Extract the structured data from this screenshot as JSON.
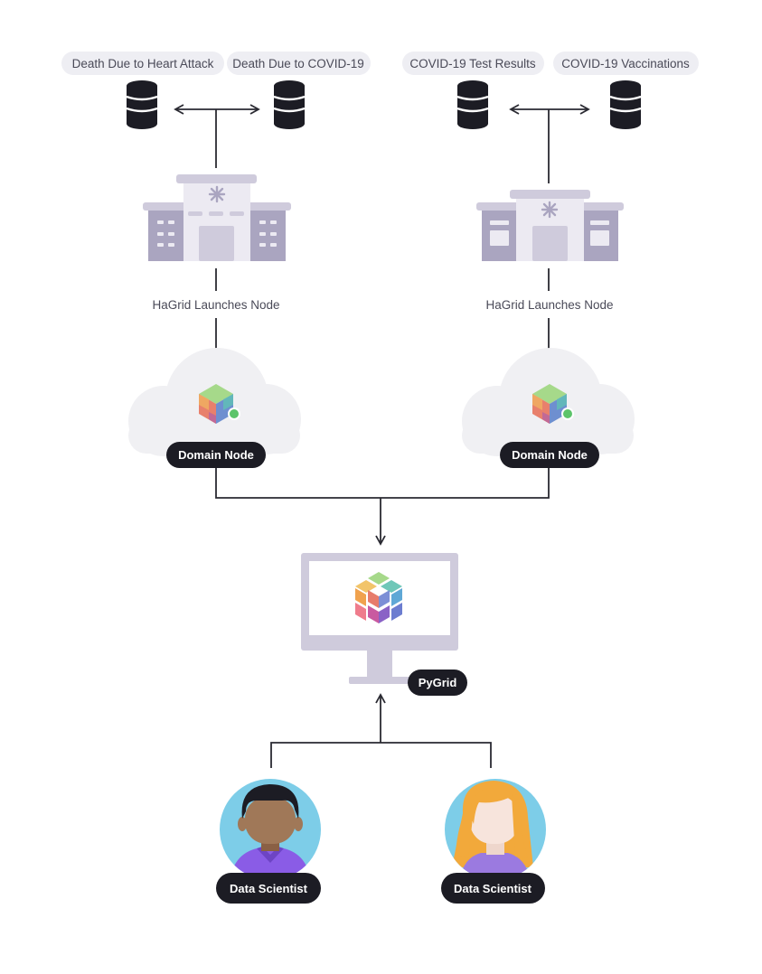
{
  "data_sources": {
    "left": [
      "Death Due to Heart Attack",
      "Death Due to COVID-19"
    ],
    "right": [
      "COVID-19 Test Results",
      "COVID-19 Vaccinations"
    ]
  },
  "nodes": {
    "left": {
      "launch_caption": "HaGrid Launches Node",
      "label": "Domain Node"
    },
    "right": {
      "launch_caption": "HaGrid Launches Node",
      "label": "Domain Node"
    }
  },
  "pygrid": {
    "label": "PyGrid"
  },
  "users": [
    {
      "label": "Data Scientist"
    },
    {
      "label": "Data Scientist"
    }
  ],
  "colors": {
    "line": "#2a2a32",
    "pill_light": "#eeeef3",
    "pill_dark": "#1c1c24",
    "hospital_light": "#cfcbdc",
    "hospital_dark": "#aaa5c0",
    "cloud": "#f0f0f3",
    "status_green": "#5cc46a",
    "avatar_bg": "#7dcde8",
    "shirt": "#8a5ce6"
  }
}
